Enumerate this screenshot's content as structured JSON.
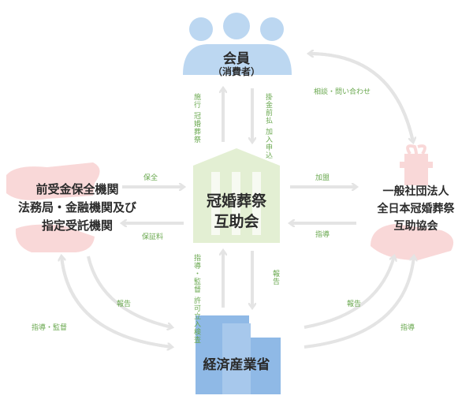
{
  "nodes": {
    "member": {
      "title": "会員",
      "subtitle": "（消費者）"
    },
    "center": {
      "line1": "冠婚葬祭",
      "line2": "互助会"
    },
    "left": {
      "line1": "前受金保全機関",
      "line2": "法務局・金融機関及び",
      "line3": "指定受託機関"
    },
    "right": {
      "line1": "一般社団法人",
      "line2": "全日本冠婚葬祭",
      "line3": "互助協会"
    },
    "bottom": {
      "title": "経済産業省"
    }
  },
  "labels": {
    "top_left_vertical": "施行 冠婚葬祭",
    "top_right_vertical": "掛金前払 加入申込",
    "consult": "相談・問い合わせ",
    "hozen": "保全",
    "hoshoryo": "保証料",
    "kamei": "加盟",
    "shido_right": "指導",
    "kyoka_vertical": "指導・監督 許可立入検査",
    "houkoku_center": "報告",
    "houkoku_left": "報告",
    "shido_kantoku_left": "指導・監督",
    "houkoku_right": "報告",
    "shido_bottom_right": "指導"
  },
  "colors": {
    "arrow": "#e4e4e4",
    "label_green": "#6aa84f",
    "people_blue": "#bcd7f1",
    "building_green": "#e3efd3",
    "building_blue": "#8fb9e6",
    "hand_pink": "#f9d8d8"
  }
}
